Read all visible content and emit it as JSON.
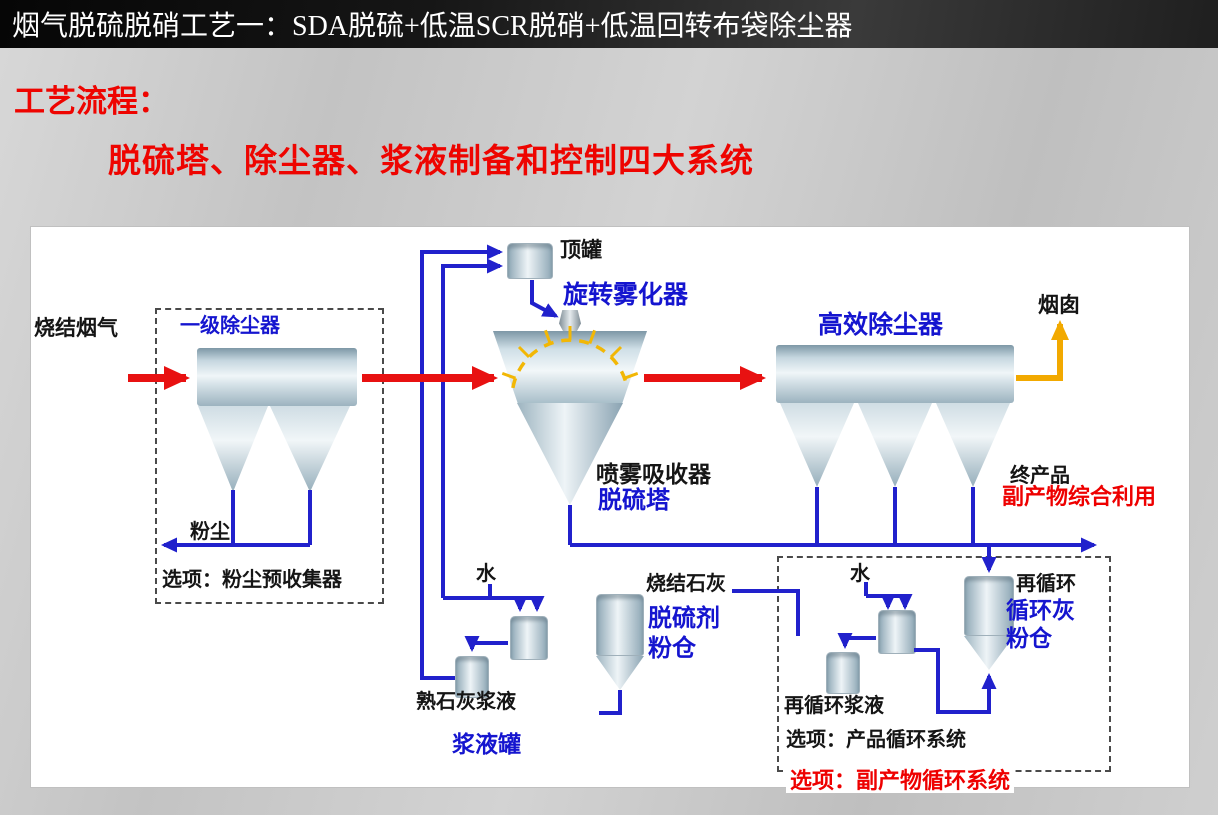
{
  "title_bar": {
    "title": "烟气脱硫脱硝工艺一：SDA脱硫+低温SCR脱硝+低温回转布袋除尘器"
  },
  "headings": {
    "process_flow": "工艺流程：",
    "systems": "脱硫塔、除尘器、浆液制备和控制四大系统"
  },
  "diagram": {
    "inlet_label": "烧结烟气",
    "primary_collector_label": "一级除尘器",
    "dust_label": "粉尘",
    "dust_precollector_option": "选项：粉尘预收集器",
    "top_tank_label": "顶罐",
    "rotary_atomizer_label": "旋转雾化器",
    "spray_absorber_label": "喷雾吸收器",
    "desulfurization_tower_label": "脱硫塔",
    "high_efficiency_collector_label": "高效除尘器",
    "stack_label": "烟囱",
    "final_product_label": "终产品",
    "byproduct_utilization_label": "副产物综合利用",
    "water_label_left": "水",
    "sintered_lime_label": "烧结石灰",
    "desulfurizer_silo_line1": "脱硫剂",
    "desulfurizer_silo_line2": "粉仓",
    "slaked_lime_slurry_label": "熟石灰浆液",
    "slurry_tank_label": "浆液罐",
    "water_label_right": "水",
    "recirculation_label": "再循环",
    "circulating_ash_silo_line1": "循环灰",
    "circulating_ash_silo_line2": "粉仓",
    "recirculating_slurry_label": "再循环浆液",
    "product_circulation_option": "选项：产品循环系统",
    "byproduct_circulation_option": "选项：副产物循环系统"
  },
  "colors": {
    "accent_red": "#ee0400",
    "label_blue": "#1515cf",
    "arrow_red": "#e81111",
    "arrow_blue": "#2121cc",
    "arrow_yellow": "#f2a900",
    "title_bar_bg": "#161616",
    "device_steel": "#c6d7e0"
  }
}
